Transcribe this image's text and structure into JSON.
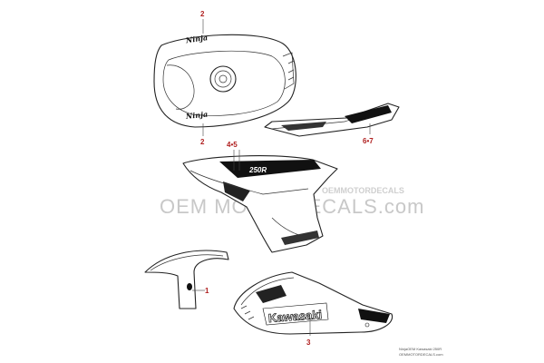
{
  "callouts": {
    "c1": "1",
    "c2_top": "2",
    "c2_bottom": "2",
    "c3": "3",
    "c45": "4•5",
    "c67": "6•7"
  },
  "decals": {
    "tank_top": "Ninja",
    "tank_bottom": "Ninja",
    "fairing_model": "250R",
    "belly_brand": "Kawasaki"
  },
  "watermark": {
    "main": "OEM MOTORDECALS.com",
    "stripe": "OEMMOTORDECALS",
    "footer_line1": "NinjaOEM Kawasaki 250R",
    "footer_line2": "OEMMOTORDECALS.com"
  }
}
